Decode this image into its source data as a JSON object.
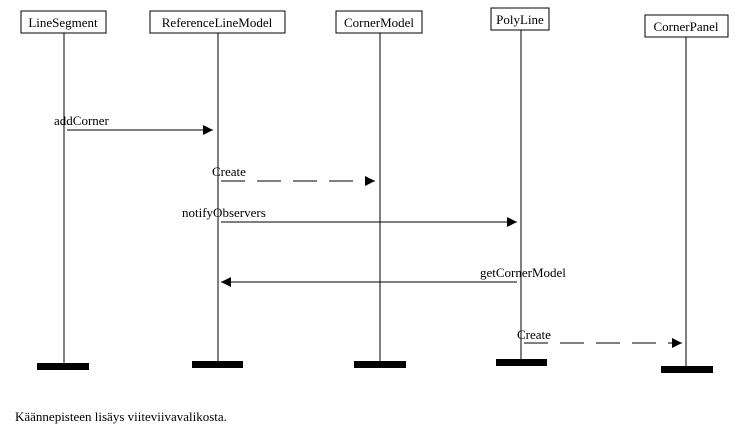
{
  "participants": [
    {
      "id": "LineSegment",
      "label": "LineSegment"
    },
    {
      "id": "ReferenceLineModel",
      "label": "ReferenceLineModel"
    },
    {
      "id": "CornerModel",
      "label": "CornerModel"
    },
    {
      "id": "PolyLine",
      "label": "PolyLine"
    },
    {
      "id": "CornerPanel",
      "label": "CornerPanel"
    }
  ],
  "messages": [
    {
      "label": "addCorner",
      "from": "LineSegment",
      "to": "ReferenceLineModel",
      "style": "solid"
    },
    {
      "label": "Create",
      "from": "ReferenceLineModel",
      "to": "CornerModel",
      "style": "dashed"
    },
    {
      "label": "notifyObservers",
      "from": "ReferenceLineModel",
      "to": "PolyLine",
      "style": "solid"
    },
    {
      "label": "getCornerModel",
      "from": "PolyLine",
      "to": "ReferenceLineModel",
      "style": "solid"
    },
    {
      "label": "Create",
      "from": "PolyLine",
      "to": "CornerPanel",
      "style": "dashed"
    }
  ],
  "caption": "Käännepisteen lisäys viiteviivavalikosta."
}
